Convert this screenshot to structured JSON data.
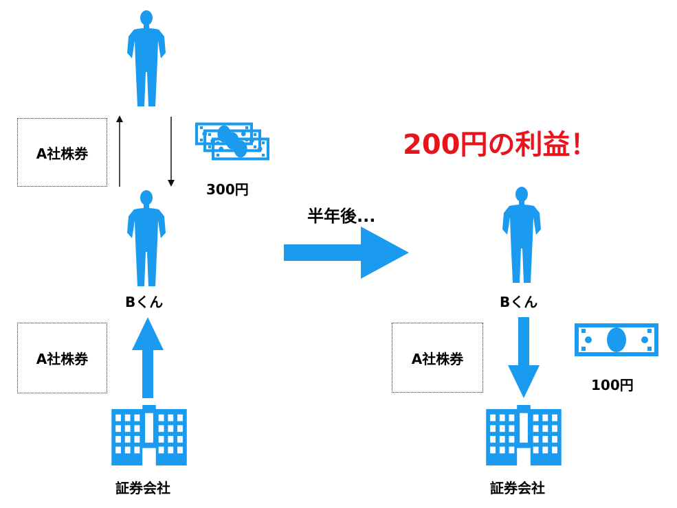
{
  "colors": {
    "figure": "#1a9bf0",
    "profit": "#e8141c",
    "line": "#111111"
  },
  "icons": {
    "person": "person-silhouette-icon",
    "building": "building-icon",
    "money": "banknote-icon"
  },
  "left": {
    "stock_box_top": "A社株券",
    "stock_box_bottom": "A社株券",
    "money_label": "300円",
    "person_label": "Bくん",
    "company_label": "証券会社"
  },
  "transition_label": "半年後...",
  "right": {
    "profit_text": "200円の利益！",
    "person_label": "Bくん",
    "stock_box": "A社株券",
    "money_label": "100円",
    "company_label": "証券会社"
  }
}
